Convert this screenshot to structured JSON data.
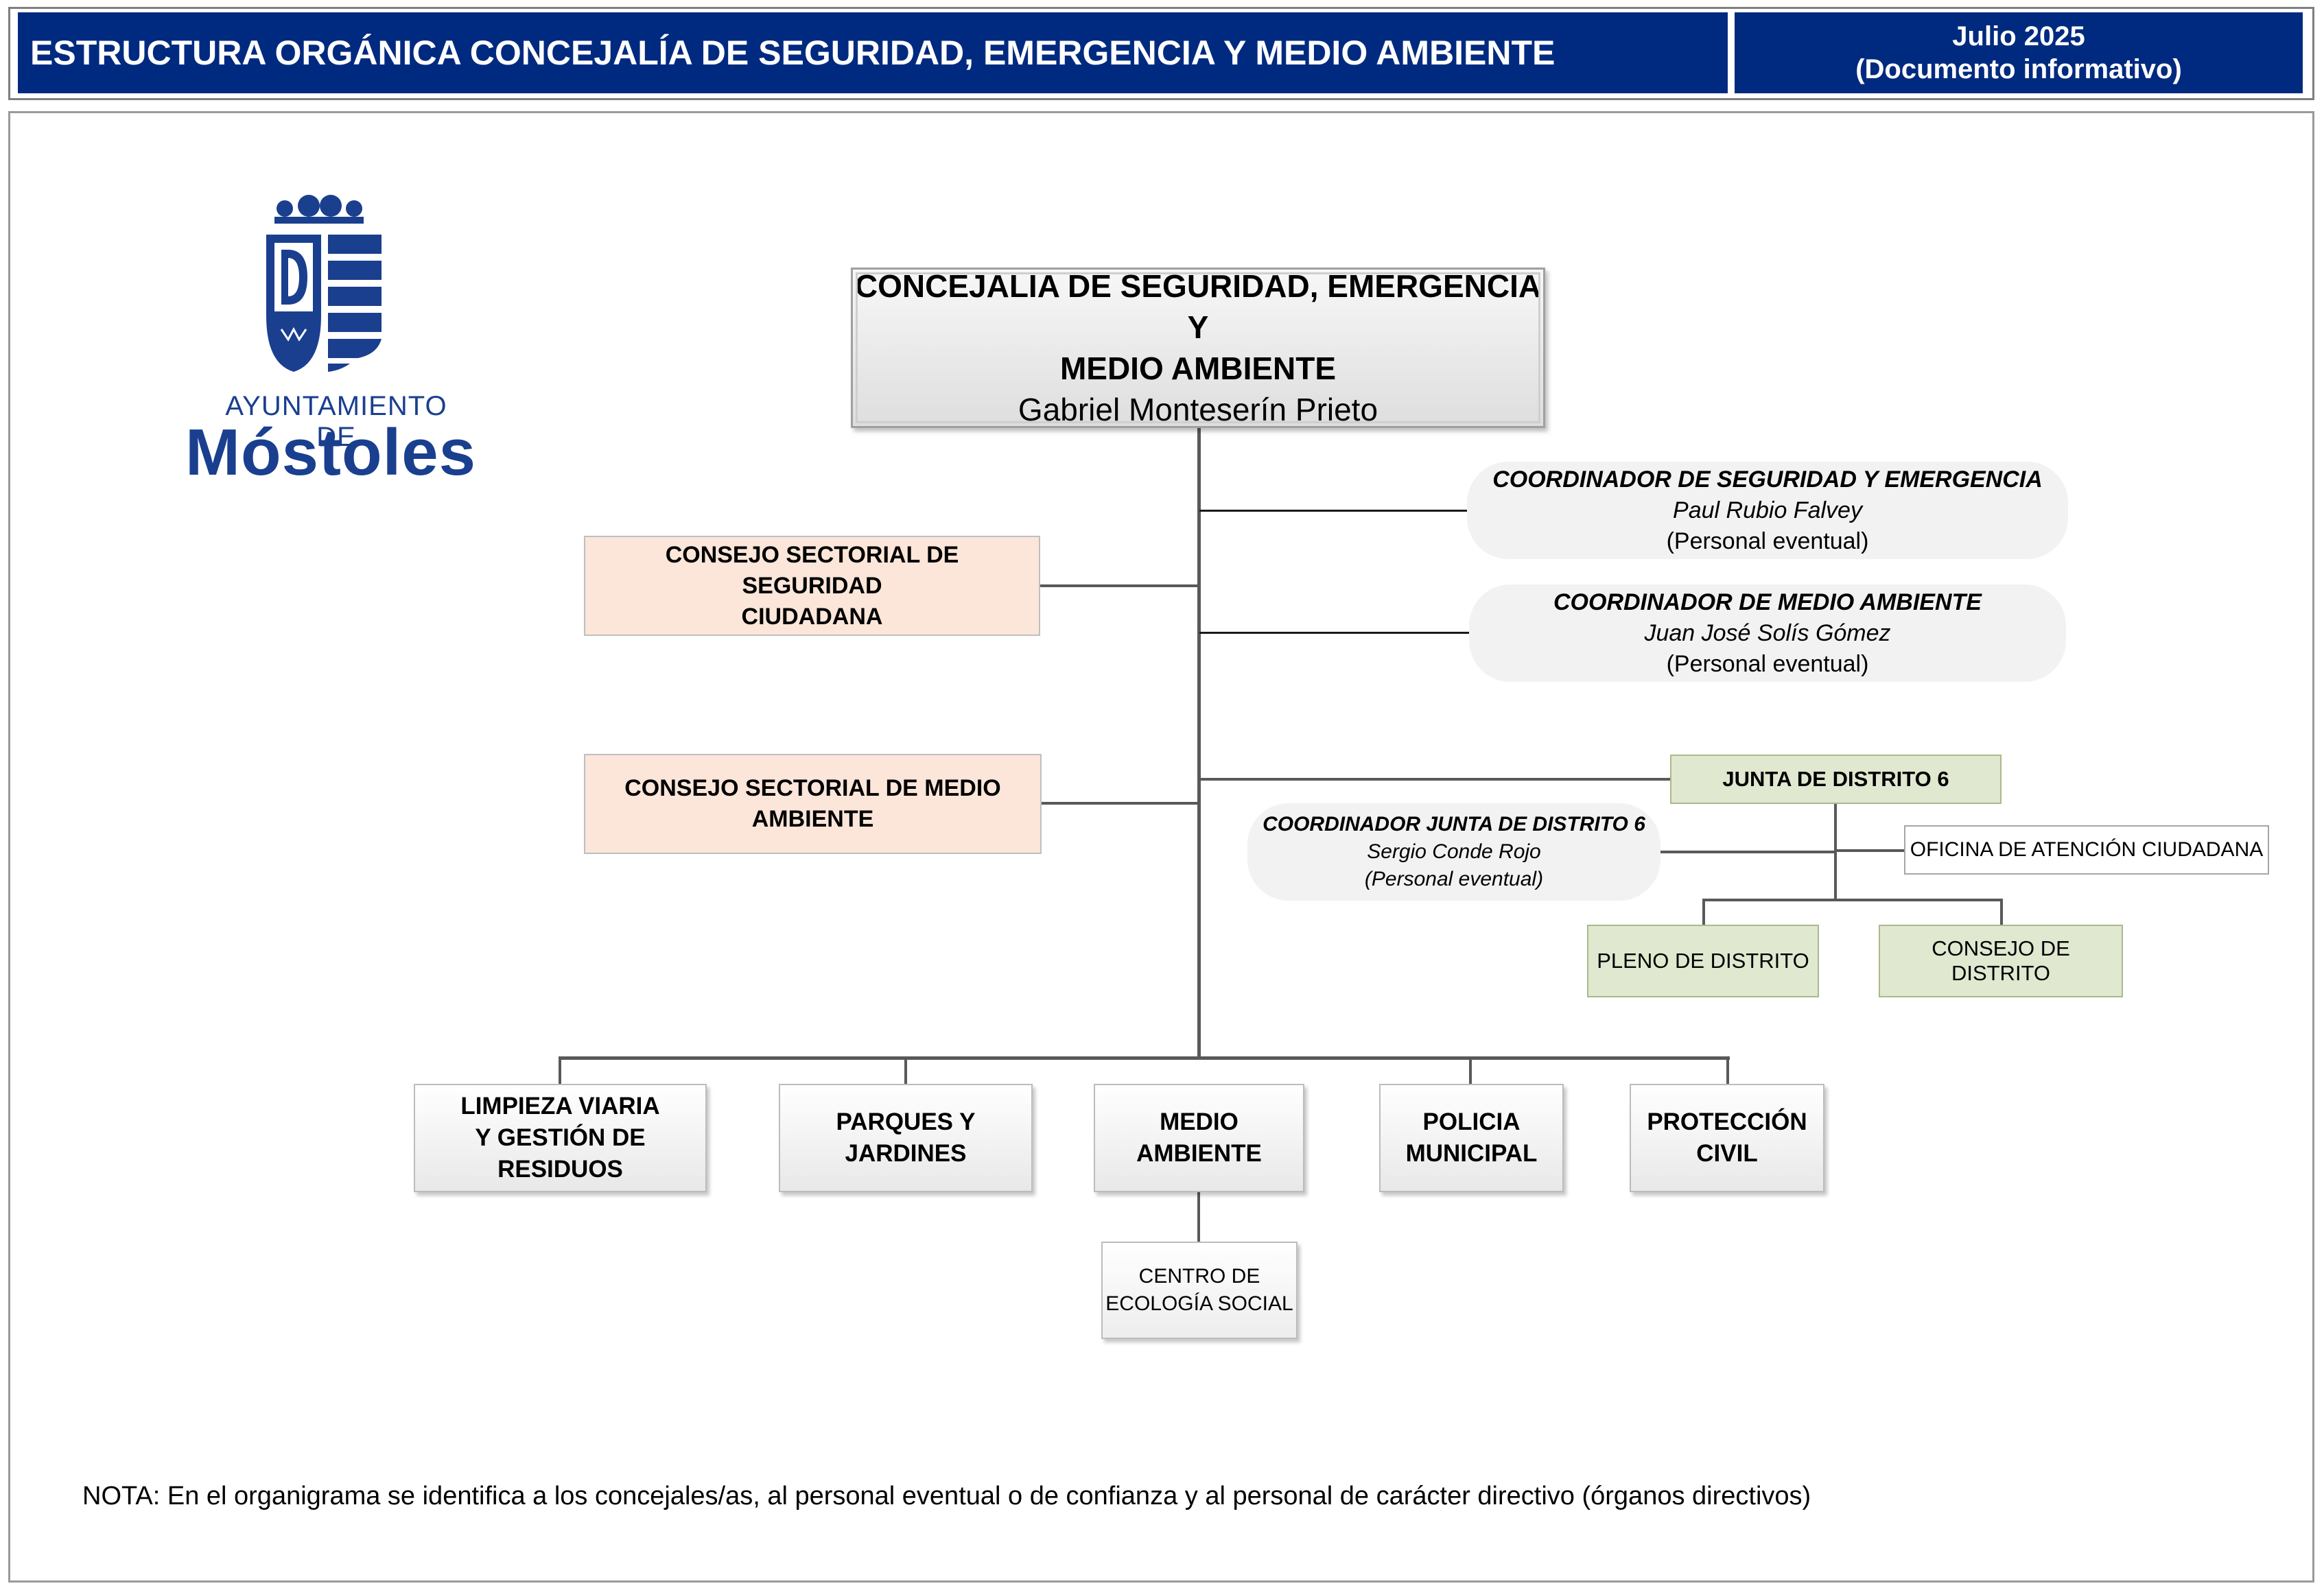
{
  "header": {
    "title": "ESTRUCTURA ORGÁNICA CONCEJALÍA DE SEGURIDAD, EMERGENCIA Y MEDIO AMBIENTE",
    "date_line1": "Julio 2025",
    "date_line2": "(Documento informativo)"
  },
  "logo": {
    "line1": "AYUNTAMIENTO DE",
    "line2": "Móstoles",
    "color": "#1a3f8f"
  },
  "top": {
    "line1": "CONCEJALIA DE SEGURIDAD, EMERGENCIA Y",
    "line2": "MEDIO AMBIENTE",
    "person": "Gabriel Monteserín Prieto"
  },
  "coord_seguridad": {
    "title": "COORDINADOR DE SEGURIDAD Y EMERGENCIA",
    "person": "Paul Rubio Falvey",
    "note": "(Personal eventual)"
  },
  "coord_medio": {
    "title": "COORDINADOR DE MEDIO AMBIENTE",
    "person": "Juan José Solís Gómez",
    "note": "(Personal eventual)"
  },
  "consejo_seguridad": {
    "line1": "CONSEJO SECTORIAL DE SEGURIDAD",
    "line2": "CIUDADANA"
  },
  "consejo_medio": {
    "line1": "CONSEJO SECTORIAL DE MEDIO",
    "line2": "AMBIENTE"
  },
  "junta": {
    "title": "JUNTA DE DISTRITO 6",
    "coord_title": "COORDINADOR JUNTA DE DISTRITO 6",
    "coord_person": "Sergio Conde Rojo",
    "coord_note": "(Personal eventual)",
    "oficina": "OFICINA DE ATENCIÓN CIUDADANA",
    "pleno": "PLENO DE DISTRITO",
    "consejo": "CONSEJO DE DISTRITO"
  },
  "departments": {
    "limpieza_1": "LIMPIEZA VIARIA",
    "limpieza_2": "Y GESTIÓN DE RESIDUOS",
    "parques": "PARQUES Y JARDINES",
    "medio": "MEDIO AMBIENTE",
    "policia_1": "POLICIA",
    "policia_2": "MUNICIPAL",
    "proteccion_1": "PROTECCIÓN",
    "proteccion_2": "CIVIL",
    "centro_1": "CENTRO DE",
    "centro_2": "ECOLOGÍA SOCIAL"
  },
  "colors": {
    "header_bg": "#002a7f",
    "consejo_bg": "#fbe6d9",
    "junta_bg": "#e0e8d0",
    "pill_bg": "#f2f2f2"
  },
  "nota": "NOTA: En el organigrama se identifica a los concejales/as, al personal eventual o de confianza y al personal de carácter directivo (órganos directivos)"
}
